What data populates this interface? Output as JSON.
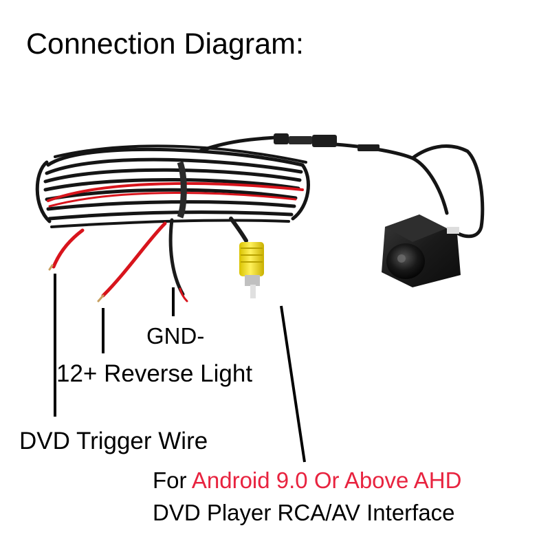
{
  "title": "Connection Diagram:",
  "labels": {
    "gnd": "GND-",
    "reverse_light": "12+ Reverse Light",
    "dvd_trigger": "DVD Trigger Wire",
    "interface_prefix": "For ",
    "interface_highlight": "Android 9.0 Or Above AHD",
    "interface_line2": "DVD Player RCA/AV Interface"
  },
  "colors": {
    "highlight": "#e8233f",
    "cable": "#151515",
    "red_wire": "#d8141c",
    "rca_yellow": "#f3df12",
    "camera_body": "#1c1c1c"
  }
}
